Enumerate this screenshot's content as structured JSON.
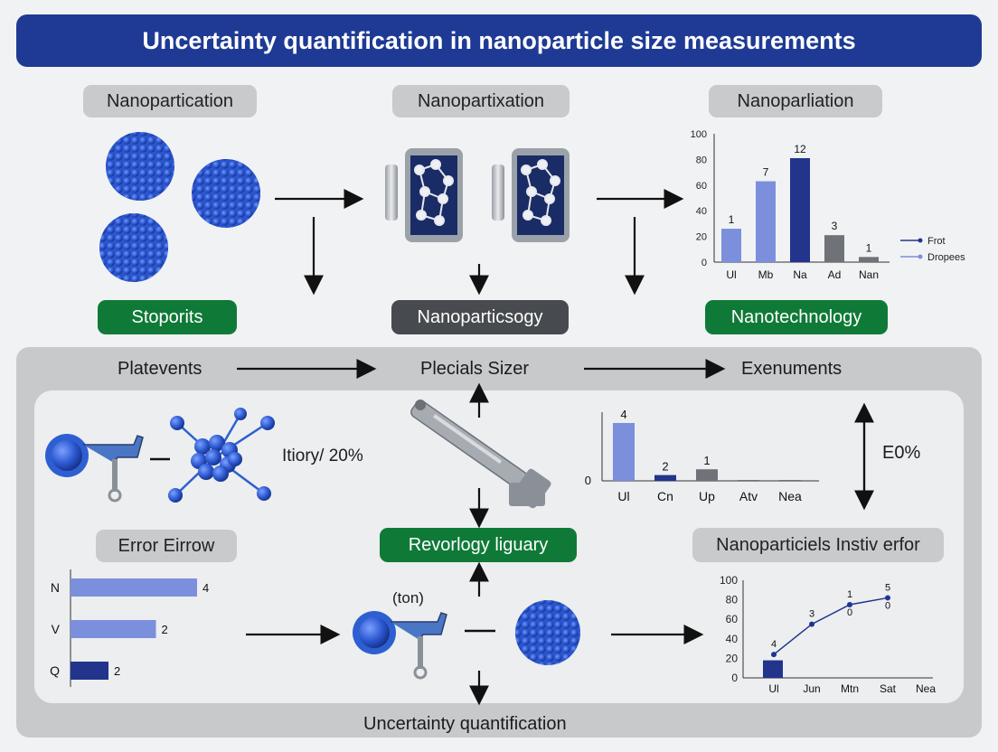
{
  "title": "Uncertainty quantification in nanoparticle size measurements",
  "top_row": {
    "left_label": "Nanopartication",
    "mid_label": "Nanopartixation",
    "right_label": "Nanoparliation",
    "left_result": "Stoporits",
    "mid_result": "Nanoparticsogy",
    "right_result": "Nanotechnology"
  },
  "flow_row": {
    "left": "Platevents",
    "mid": "Plecials Sizer",
    "right": "Exenuments"
  },
  "inner": {
    "iteration_text": "Itiory/ 20%",
    "side_percent": "E0%",
    "error_box": "Error Eirrow",
    "revorlogy": "Revorlogy liguary",
    "nano_instiv": "Nanoparticiels Instiv erfor",
    "ton_label": "(ton)",
    "bottom_label": "Uncertainty quantification"
  },
  "colors": {
    "navy": "#1e3a94",
    "green": "#0f7a37",
    "bar_light": "#7b8fdc",
    "bar_navy": "#22348c",
    "bar_gray": "#6f7378",
    "sphere": "#2f5fd6"
  },
  "chart_data": [
    {
      "type": "bar",
      "categories": [
        "Ul",
        "Mb",
        "Na",
        "Ad",
        "Nan"
      ],
      "values": [
        26,
        63,
        81,
        21,
        4
      ],
      "data_labels": [
        "1",
        "7",
        "12",
        "3",
        "1"
      ],
      "ylim": [
        0,
        100
      ],
      "yticks": [
        "100",
        "80",
        "60",
        "40",
        "20",
        "0"
      ],
      "legend": [
        "Frot",
        "Dropees"
      ],
      "legend_position": "right"
    },
    {
      "type": "bar",
      "categories": [
        "Ul",
        "Cn",
        "Up",
        "Atv",
        "Nea"
      ],
      "values": [
        4,
        0.4,
        0.8,
        0.05,
        0.02
      ],
      "data_labels": [
        "4",
        "2",
        "1",
        "",
        ""
      ],
      "ymin_label": "0"
    },
    {
      "type": "bar",
      "orientation": "horizontal",
      "categories": [
        "N",
        "V",
        "Q"
      ],
      "values": [
        4,
        2.7,
        1.2
      ],
      "data_labels": [
        "4",
        "2",
        "2"
      ]
    },
    {
      "type": "line",
      "categories": [
        "Ul",
        "Jun",
        "Mtn",
        "Sat",
        "Nea"
      ],
      "values": [
        24,
        55,
        75,
        82
      ],
      "bar_values": [
        18
      ],
      "point_labels": [
        "4",
        "3",
        "1\n0",
        "5\n0"
      ],
      "ylim": [
        0,
        100
      ],
      "yticks": [
        "100",
        "80",
        "60",
        "40",
        "20",
        "0"
      ]
    }
  ]
}
